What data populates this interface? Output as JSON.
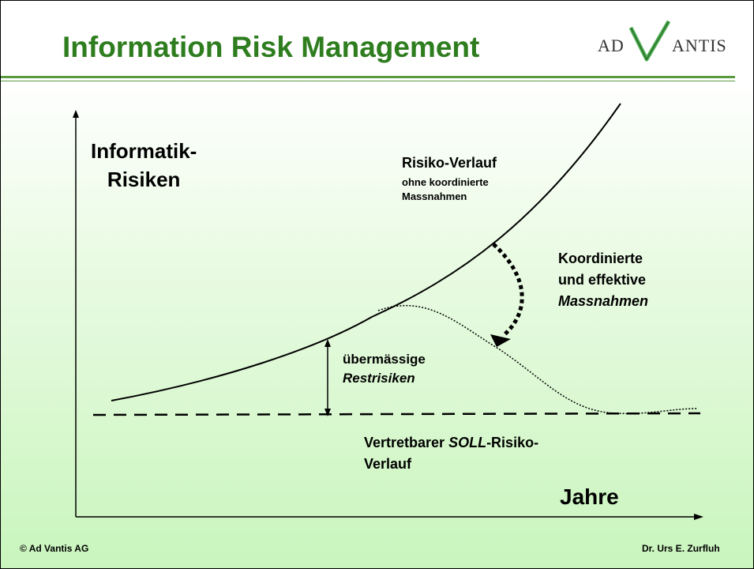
{
  "header": {
    "title": "Information Risk Management",
    "logo_text_left": "AD",
    "logo_text_right": "ANTIS"
  },
  "diagram": {
    "y_axis_label_line1": "Informatik-",
    "y_axis_label_line2": "Risiken",
    "x_axis_label": "Jahre",
    "risk_curve_title": "Risiko-Verlauf",
    "risk_curve_sub1": "ohne koordinierte",
    "risk_curve_sub2": "Massnahmen",
    "measures_line1": "Koordinierte",
    "measures_line2": "und effektive",
    "measures_line3": "Massnahmen",
    "excess_line1": "übermässige",
    "excess_line2": "Restrisiken",
    "target_pre": "Vertretbarer ",
    "target_em": "SOLL",
    "target_post": "-Risiko-",
    "target_line2": "Verlauf",
    "colors": {
      "title_green": "#2e7d1e",
      "rule_green": "#5a9a3f",
      "logo_green": "#4caf50"
    }
  },
  "footer": {
    "left": "© Ad Vantis AG",
    "right": "Dr. Urs E. Zurfluh"
  }
}
